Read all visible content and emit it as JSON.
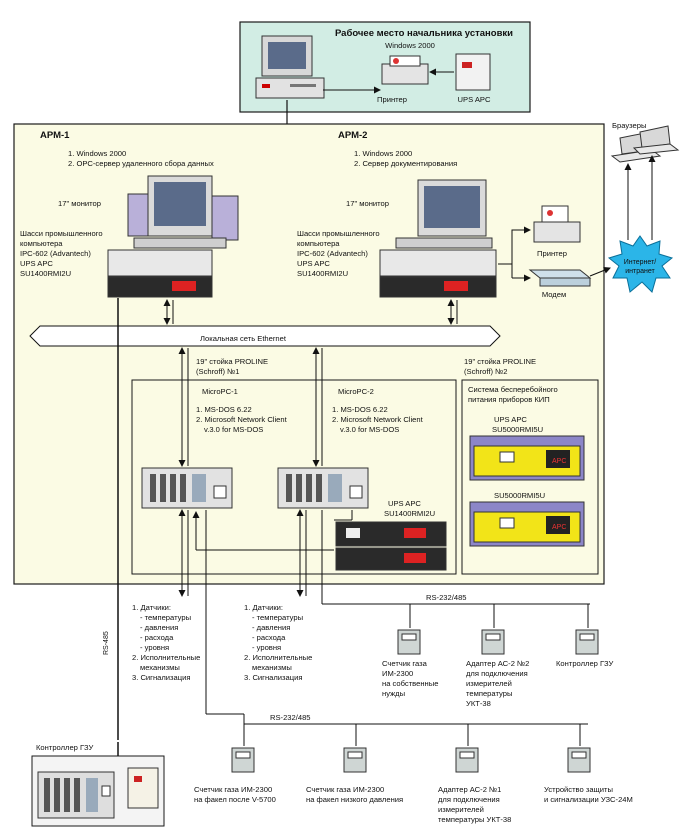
{
  "workstation": {
    "title": "Рабочее место начальника установки",
    "os": "Windows 2000",
    "printer": "Принтер",
    "ups": "UPS APC"
  },
  "browsers": "Браузеры",
  "internet": [
    "Интернет/",
    "интранет"
  ],
  "arm1": {
    "title": "АРМ-1",
    "items": [
      "1. Windows 2000",
      "2. OPC-сервер удаленного сбора данных"
    ],
    "monitor": "17\" монитор",
    "chassis": [
      "Шасси промышленного",
      "компьютера",
      "IPC-602 (Advantech)",
      "UPS APC",
      "SU1400RMI2U"
    ]
  },
  "arm2": {
    "title": "АРМ-2",
    "items": [
      "1. Windows 2000",
      "2. Сервер документирования"
    ],
    "monitor": "17\" монитор",
    "chassis": [
      "Шасси промышленного",
      "компьютера",
      "IPC-602 (Advantech)",
      "UPS APC",
      "SU1400RMI2U"
    ],
    "printer": "Принтер",
    "modem": "Модем"
  },
  "lan": "Локальная сеть Ethernet",
  "rack1": [
    "19\" стойка PROLINE",
    "(Schroff) №1"
  ],
  "rack2": [
    "19\" стойка PROLINE",
    "(Schroff) №2"
  ],
  "micropc1": {
    "title": "MicroPC-1",
    "items": [
      "1. MS-DOS 6.22",
      "2. Microsoft Network Client",
      "v.3.0 for MS-DOS"
    ]
  },
  "micropc2": {
    "title": "MicroPC-2",
    "items": [
      "1. MS-DOS 6.22",
      "2. Microsoft Network Client",
      "v.3.0 for MS-DOS"
    ]
  },
  "ups_micro": [
    "UPS APC",
    "SU1400RMI2U"
  ],
  "ups_system": {
    "title": [
      "Система бесперебойного",
      "питания приборов КИП"
    ],
    "ups1": [
      "UPS APC",
      "SU5000RMI5U"
    ],
    "ups2": "SU5000RMI5U",
    "brand": "APC"
  },
  "sensors": [
    "1. Датчики:",
    "- температуры",
    "- давления",
    "- расхода",
    "- уровня",
    "2. Исполнительные",
    "механизмы",
    "3. Сигнализация"
  ],
  "rs232": "RS-232/485",
  "rs485": "RS-485",
  "devices_top": [
    [
      "Счетчик газа",
      "ИМ-2300",
      "на собственные",
      "нужды"
    ],
    [
      "Адаптер АС-2 №2",
      "для подключения",
      "измерителей",
      "температуры",
      "УКТ-38"
    ],
    [
      "Контроллер ГЗУ"
    ]
  ],
  "devices_bottom": [
    [
      "Счетчик газа ИМ-2300",
      "на факел после V-5700"
    ],
    [
      "Счетчик газа ИМ-2300",
      "на факел низкого давления"
    ],
    [
      "Адаптер АС-2 №1",
      "для подключения",
      "измерителей",
      "температуры УКТ-38"
    ],
    [
      "Устройство защиты",
      "и сигнализации УЗС-24М"
    ]
  ],
  "controller": "Контроллер ГЗУ",
  "colors": {
    "panel": "#d2ede4",
    "room": "#fbfbe4",
    "border": "#1a1a1a"
  }
}
